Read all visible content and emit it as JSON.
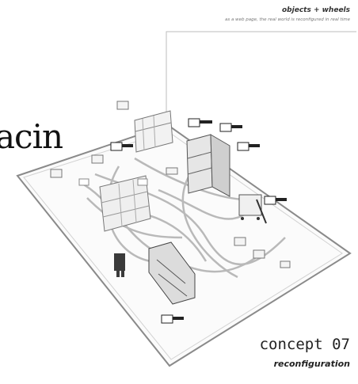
{
  "header": {
    "title": "objects + wheels",
    "subtitle": "as a web page, the real world is reconfigured in real time"
  },
  "overlay": {
    "fragment": "acin"
  },
  "footer": {
    "concept": "concept 07",
    "subtitle": "reconfiguration"
  },
  "illustration": {
    "subject": "isometric sketch of a room with shelving units, objects on wheels and connecting cables",
    "palette": {
      "line": "#9a9a9a",
      "dark": "#3a3a3a",
      "paper": "#ffffff"
    }
  }
}
